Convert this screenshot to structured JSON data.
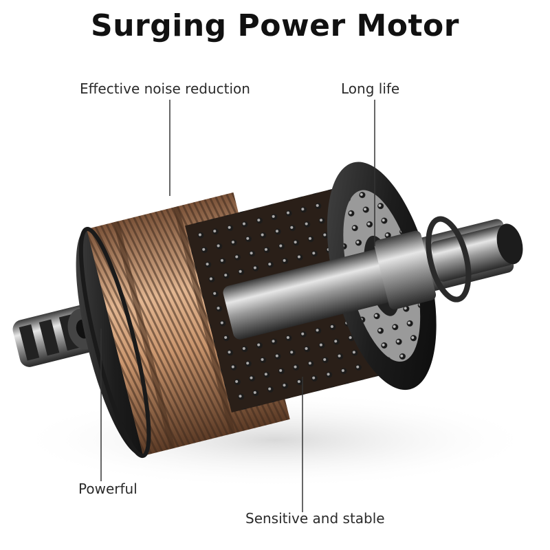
{
  "title": "Surging Power Motor",
  "callouts": {
    "noise": "Effective noise reduction",
    "life": "Long life",
    "powerful": "Powerful",
    "stable": "Sensitive and stable"
  },
  "colors": {
    "copper": "#c9956d",
    "steel": "#8a8a8a",
    "dark": "#1c1c1c"
  }
}
